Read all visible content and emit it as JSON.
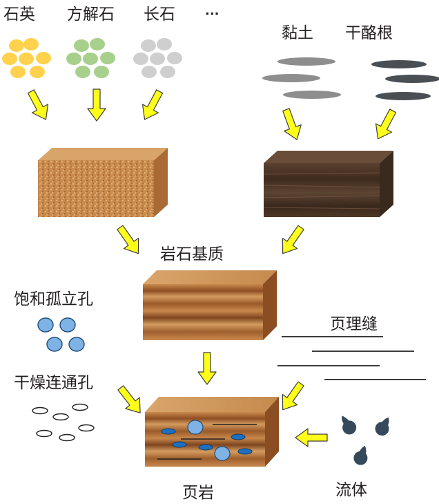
{
  "minerals": {
    "quartz": "石英",
    "calcite": "方解石",
    "feldspar": "长石",
    "ellipsis": "···"
  },
  "organics": {
    "clay": "黏土",
    "kerogen": "干酪根"
  },
  "rock_matrix": "岩石基质",
  "isolated_pores": "饱和孤立孔",
  "connected_pores": "干燥连通孔",
  "bedding_fractures": "页理缝",
  "fluid": "流体",
  "shale": "页岩",
  "colors": {
    "quartz": "#FFD24D",
    "calcite": "#A8D08D",
    "feldspar": "#CFCFCF",
    "arrow": "#FFFF1A",
    "arrow_stroke": "#3C3C3C",
    "sand_block": "#C98A4E",
    "dark_block": "#4E3725",
    "matrix_block": "#B8733A",
    "pore_blue": "#7FB2E5",
    "pore_dark_blue": "#1E6FBF",
    "fluid_drop": "#36495A"
  }
}
